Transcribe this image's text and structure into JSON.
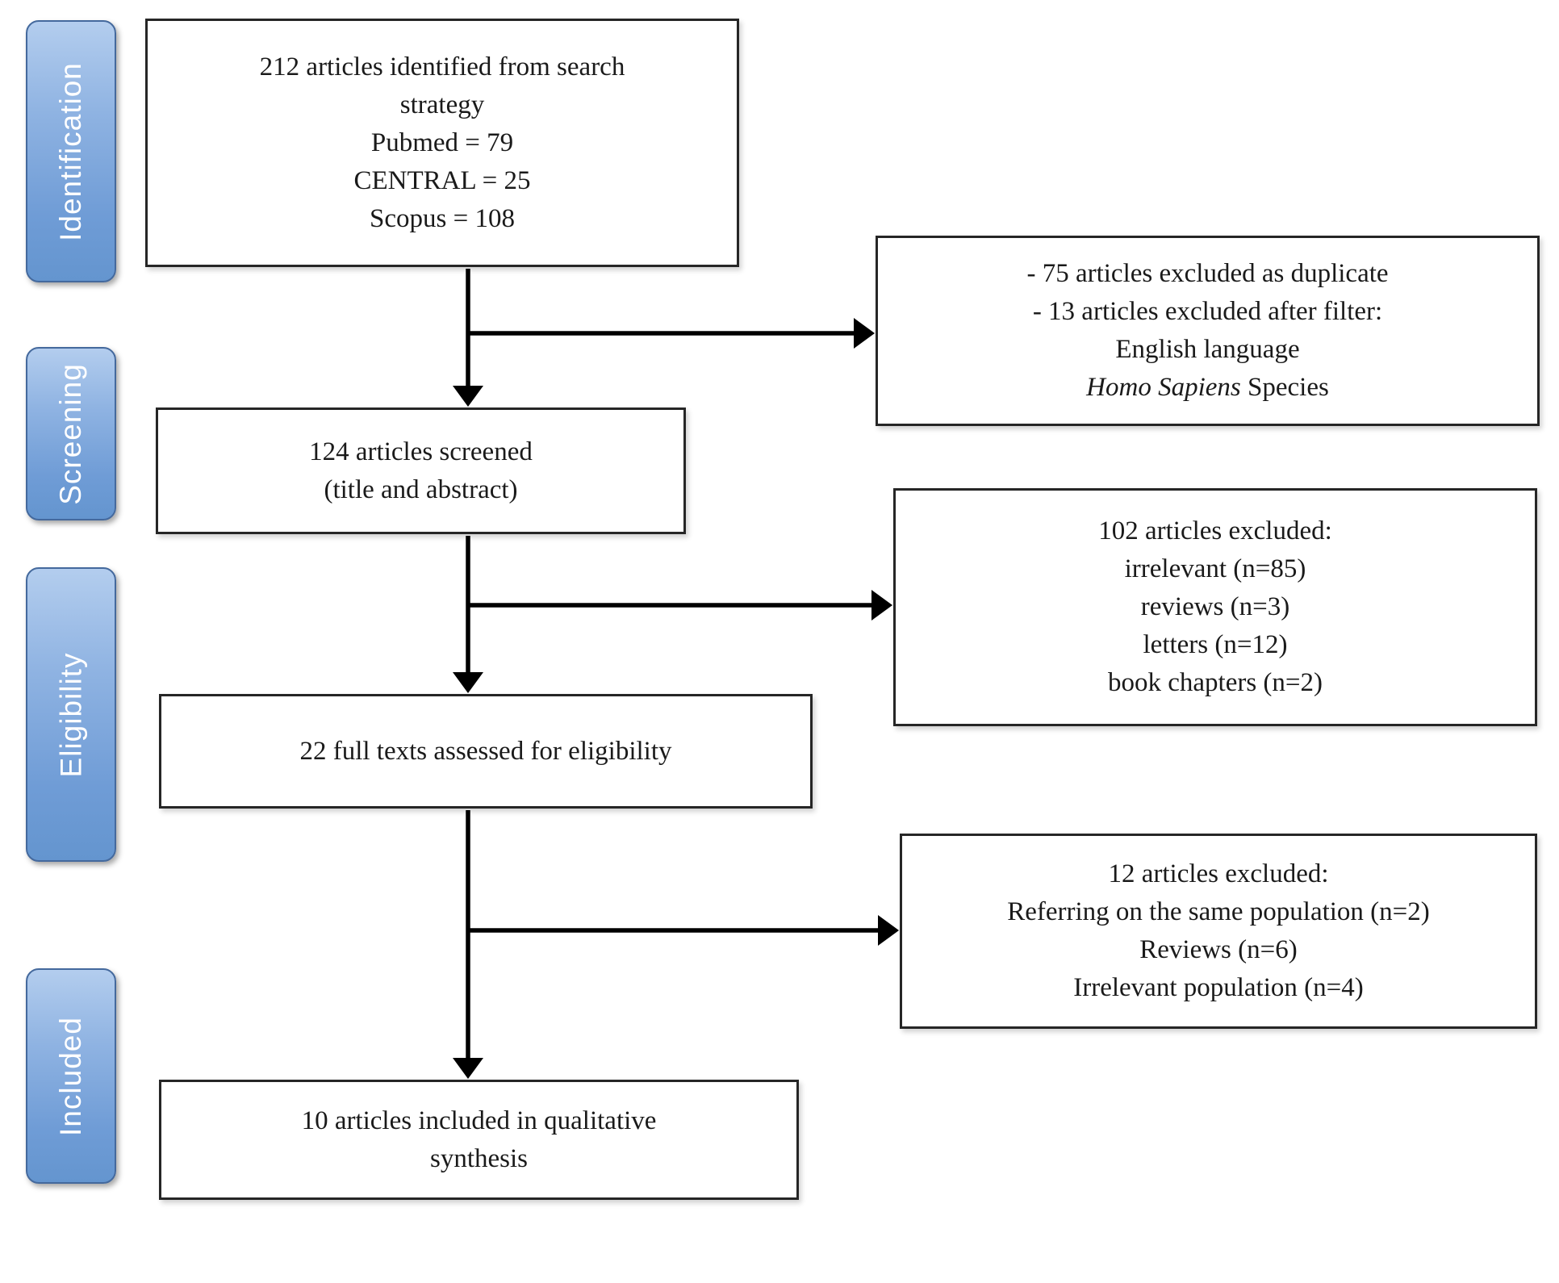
{
  "sidebar": {
    "items": [
      {
        "label": "Identification"
      },
      {
        "label": "Screening"
      },
      {
        "label": "Eligibility"
      },
      {
        "label": "Included"
      }
    ],
    "colors": {
      "fill_top": "#b3cdee",
      "fill_bottom": "#6495cf",
      "border": "#44699d",
      "text": "#ffffff"
    }
  },
  "flow": {
    "boxes": {
      "identified": {
        "lines": [
          "212 articles identified from search",
          "strategy",
          "Pubmed = 79",
          "CENTRAL = 25",
          "Scopus = 108"
        ]
      },
      "screened": {
        "lines": [
          "124 articles screened",
          "(title and abstract)"
        ]
      },
      "eligible": {
        "lines": [
          "22 full texts assessed for eligibility"
        ]
      },
      "included": {
        "lines": [
          "10 articles included in qualitative",
          "synthesis"
        ]
      }
    },
    "exclusions": {
      "dedup": {
        "lines": [
          "- 75 articles excluded as duplicate",
          "- 13 articles excluded after filter:",
          "English language",
          [
            {
              "text": "Homo Sapiens ",
              "italic": true
            },
            {
              "text": "Species"
            }
          ]
        ]
      },
      "screening": {
        "lines": [
          "102 articles excluded:",
          "irrelevant (n=85)",
          "reviews (n=3)",
          "letters (n=12)",
          "book chapters (n=2)"
        ]
      },
      "fulltext": {
        "lines": [
          "12 articles excluded:",
          "Referring on the same population (n=2)",
          "Reviews (n=6)",
          "Irrelevant population (n=4)"
        ]
      }
    },
    "style": {
      "box_fill": "#ffffff",
      "box_border": "#262626",
      "connector_color": "#000000",
      "text_color": "#1a1a1a"
    }
  }
}
